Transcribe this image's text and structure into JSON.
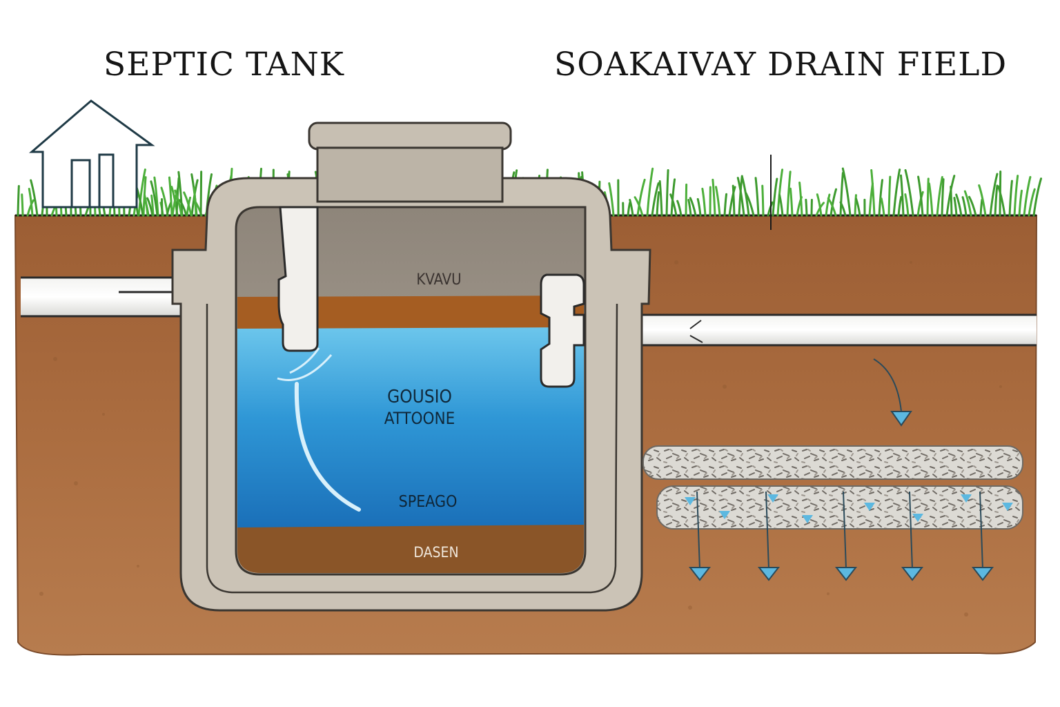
{
  "titles": {
    "left": "SEPTIC TANK",
    "right": "SOAKAIVAY DRAIN FIELD"
  },
  "tank_labels": {
    "scum": "KVAVU",
    "liquid_line1": "GOUSIO",
    "liquid_line2": "ATTOONE",
    "space": "SPEAGO",
    "sludge": "DASEN"
  },
  "colors": {
    "soil": "#a86a3e",
    "grass": "#4caf3a",
    "concrete": "#cbc3b6",
    "water": "#2f97d6",
    "scum": "#a55d22",
    "sludge": "#8a5528",
    "gravel": "#d8d6d0",
    "arrow": "#5cb8e0"
  }
}
